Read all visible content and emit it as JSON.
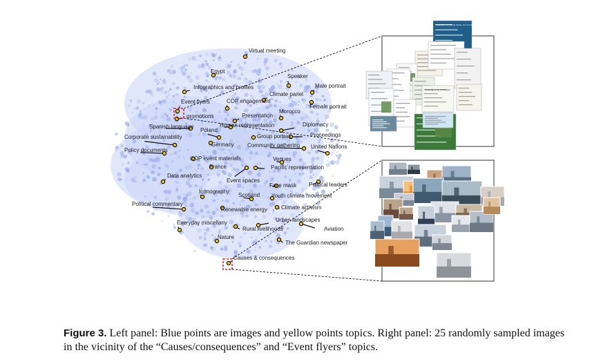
{
  "figure": {
    "label": "Figure 3.",
    "caption": "Left panel: Blue points are images and yellow points topics. Right panel: 25 randomly sampled images in the vicinity of the “Causes/consequences” and “Event flyers” topics."
  },
  "topics": [
    "Virtual meeting",
    "Egypt",
    "Speaker",
    "Male portrait",
    "Infographics and profiles",
    "Climate panel",
    "Event flyers",
    "COP engagement",
    "Female portrait",
    "Morocco",
    "Presentation",
    "promotions",
    "Human representation",
    "Diplomacy",
    "Spanish-language",
    "Poland",
    "Proceedings",
    "Corporate sustainability",
    "Group portrait",
    "Germany",
    "Community gathering",
    "United Nations",
    "Policy documents",
    "COP event materials",
    "Venues",
    "France",
    "Pacific representation",
    "Data analytics",
    "Event spaces",
    "Face mask",
    "Political leaders",
    "Iconography",
    "Scotland",
    "Youth climate movement",
    "Political commentary",
    "Climate activism",
    "Renewable energy",
    "Urban landscapes",
    "Everyday miscellany",
    "Rural livelihoods",
    "Aviation",
    "Nature",
    "The Guardian newspaper",
    "Causes & consequences"
  ],
  "thumbnails": {
    "top_panel_document_texts": [
      "Education as Climate Action: Are Countries Making the Grade?",
      "Roadmap to the Conclusion"
    ]
  },
  "colors": {
    "image_points": "#9aa9e8",
    "topic_points": "#f0c419",
    "highlight_box": "#e02020"
  }
}
